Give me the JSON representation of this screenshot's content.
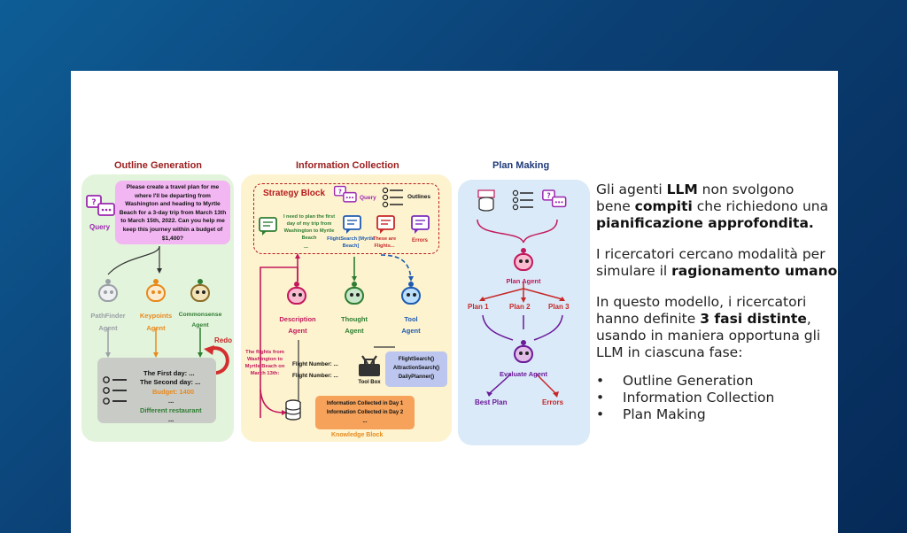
{
  "diagram": {
    "sections": {
      "outline": {
        "title": "Outline Generation",
        "color": "#9b1c1c"
      },
      "information": {
        "title": "Information Collection",
        "color": "#9b1c1c"
      },
      "plan": {
        "title": "Plan Making",
        "color": "#1f3a7a"
      }
    },
    "outline": {
      "query_text": "Please create a travel plan for me where I'll be departing from Washington and heading to Myrtle Beach for a 3-day trip from March 13th to March 15th, 2022. Can you help me keep this journey within a budget of $1,400?",
      "query_label": "Query",
      "agents": [
        {
          "name": "PathFinder",
          "role": "Agent",
          "color": "#9aa0a6"
        },
        {
          "name": "Keypoints",
          "role": "Agent",
          "color": "#e8891c"
        },
        {
          "name": "Commonsense",
          "role": "Agent",
          "color": "#2e7d32"
        }
      ],
      "redo_label": "Redo",
      "outline_lines": {
        "day1": "The First day: ...",
        "day2": "The Second day: ...",
        "budget": "Budget: 1400",
        "dots": "...",
        "restaurant": "Different restaurant",
        "dots2": "..."
      }
    },
    "information": {
      "strategy_title": "Strategy Block",
      "query_label": "Query",
      "outlines_label": "Outlines",
      "thought_text": "I need to plan the first day of my trip from Washington to Myrtle Beach",
      "thought_ellipsis": "...",
      "flight_search_label": "FlightSearch [Myrtle Beach]",
      "these_flights_label": "These are Flights...",
      "errors_label": "Errors",
      "agents": [
        {
          "name": "Description",
          "role": "Agent",
          "color": "#c2185b"
        },
        {
          "name": "Thought",
          "role": "Agent",
          "color": "#2e7d32"
        },
        {
          "name": "Tool",
          "role": "Agent",
          "color": "#1e5bb0"
        }
      ],
      "flights_note": "The flights from Washington to Myrtle Beach on March 13th:",
      "flight_number_1": "Flight Number: ...",
      "flight_number_2": "Flight Number: ...",
      "toolbox_label": "Tool Box",
      "tools": [
        "FlightSearch()",
        "AttractionSearch()",
        "DailyPlanner()"
      ],
      "collected_day1": "Information Collected in Day 1",
      "collected_day2": "Information Collected in Day 2",
      "collected_dots": "...",
      "knowledge_label": "Knowledge Block"
    },
    "plan": {
      "plan_agent": "Plan Agent",
      "plans": [
        "Plan 1",
        "Plan 2",
        "Plan 3"
      ],
      "evaluate_agent": "Evaluate Agent",
      "best_plan": "Best Plan",
      "errors": "Errors"
    }
  },
  "side_text": {
    "p1_a": "Gli agenti ",
    "p1_b": "LLM",
    "p1_c": " non svolgono",
    "p1_d": "bene ",
    "p1_e": "compiti",
    "p1_f": " che richiedono una",
    "p1_g": "pianificazione approfondita.",
    "p2_a": "I ricercatori cercano modalità per",
    "p2_b": "simulare il ",
    "p2_c": "ragionamento umano",
    "p2_d": ".",
    "p3_a": "In questo modello, i ricercatori",
    "p3_b": "hanno definite ",
    "p3_c": "3 fasi distinte",
    "p3_d": ",",
    "p3_e": "usando in maniera opportuna gli",
    "p3_f": "LLM in ciascuna fase:",
    "bullets": [
      "Outline Generation",
      "Information Collection",
      "Plan Making"
    ]
  },
  "colors": {
    "background": "#0b3f73",
    "panel_outline": "#e3f4dc",
    "panel_info": "#fdf3cf",
    "panel_plan": "#dbeaf8"
  }
}
